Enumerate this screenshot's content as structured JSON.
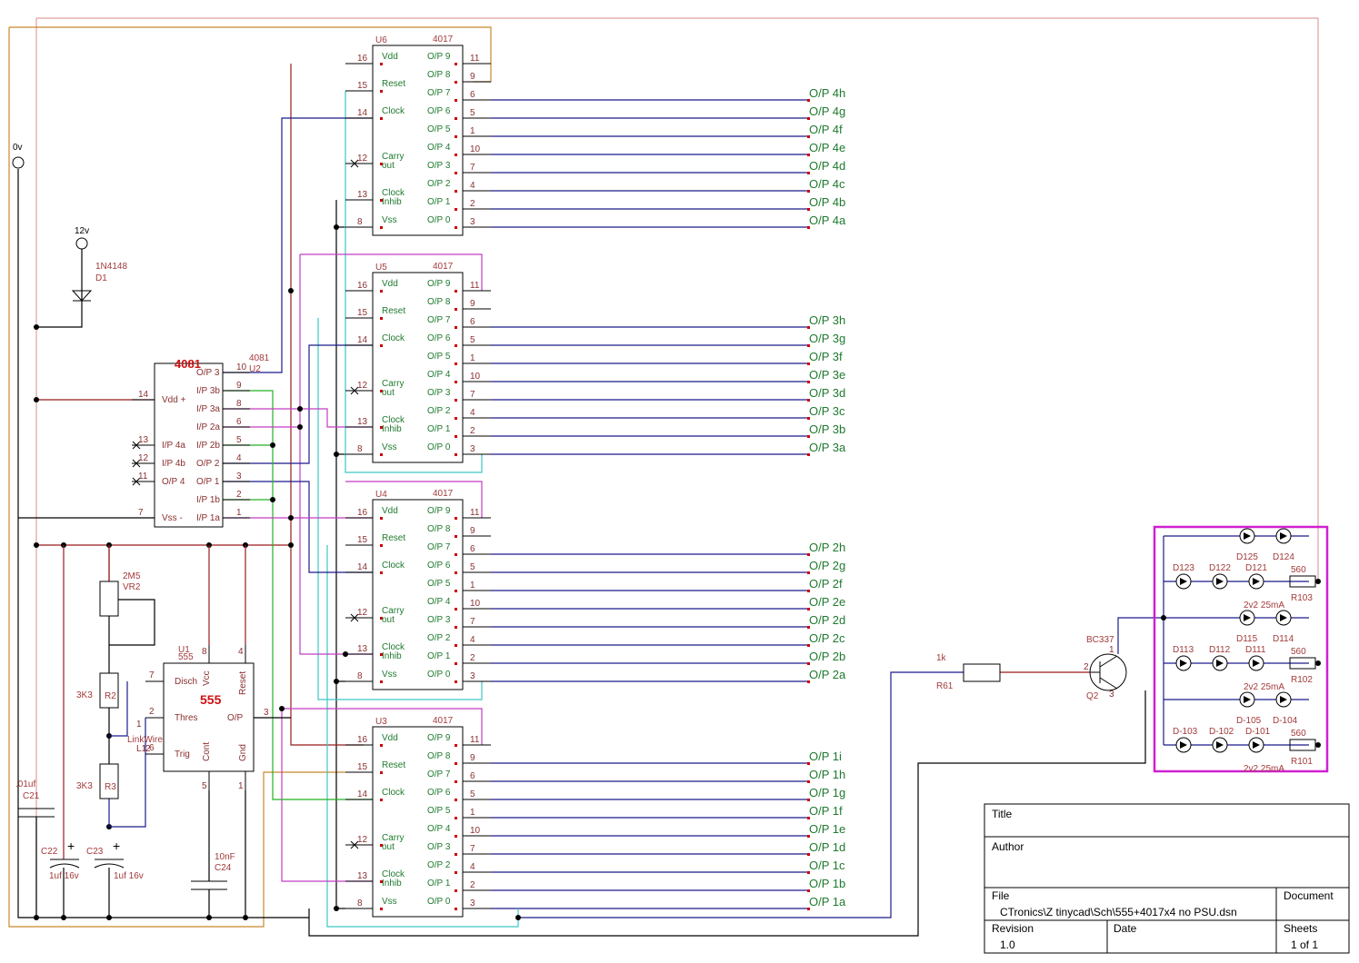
{
  "colors": {
    "blue": "#1b1b8c",
    "red": "#9a1b1b",
    "green": "#23b023",
    "cyan": "#3ec6c6",
    "magenta": "#c43cc4",
    "orange": "#c8882c",
    "pink": "#e0a0a0",
    "box": "#d020d0"
  },
  "counter_pins": {
    "left": [
      {
        "num": "16",
        "name": "Vdd"
      },
      {
        "num": "15",
        "name": "Reset"
      },
      {
        "num": "14",
        "name": "Clock"
      },
      {
        "num": "12",
        "name": "Carry",
        "name2": "out"
      },
      {
        "num": "13",
        "name": "Clock",
        "name2": "Inhib"
      },
      {
        "num": "8",
        "name": "Vss"
      }
    ],
    "right": [
      {
        "num": "11",
        "name": "O/P 9"
      },
      {
        "num": "9",
        "name": "O/P 8"
      },
      {
        "num": "6",
        "name": "O/P 7"
      },
      {
        "num": "5",
        "name": "O/P 6"
      },
      {
        "num": "1",
        "name": "O/P 5"
      },
      {
        "num": "10",
        "name": "O/P 4"
      },
      {
        "num": "7",
        "name": "O/P 3"
      },
      {
        "num": "4",
        "name": "O/P 2"
      },
      {
        "num": "2",
        "name": "O/P 1"
      },
      {
        "num": "3",
        "name": "O/P 0"
      }
    ]
  },
  "counters": [
    {
      "ref": "U6",
      "part": "4017",
      "outputs": [
        "O/P 4h",
        "O/P 4g",
        "O/P 4f",
        "O/P 4e",
        "O/P 4d",
        "O/P 4c",
        "O/P 4b",
        "O/P 4a"
      ]
    },
    {
      "ref": "U5",
      "part": "4017",
      "outputs": [
        "O/P 3h",
        "O/P 3g",
        "O/P 3f",
        "O/P 3e",
        "O/P 3d",
        "O/P 3c",
        "O/P 3b",
        "O/P 3a"
      ]
    },
    {
      "ref": "U4",
      "part": "4017",
      "outputs": [
        "O/P 2h",
        "O/P 2g",
        "O/P 2f",
        "O/P 2e",
        "O/P 2d",
        "O/P 2c",
        "O/P 2b",
        "O/P 2a"
      ]
    },
    {
      "ref": "U3",
      "part": "4017",
      "outputs": [
        "O/P 1i",
        "O/P 1h",
        "O/P 1g",
        "O/P 1f",
        "O/P 1e",
        "O/P 1d",
        "O/P 1c",
        "O/P 1b",
        "O/P 1a"
      ]
    }
  ],
  "and_gate": {
    "title": "4081",
    "ref": "U2",
    "part": "4081",
    "right_pins": [
      {
        "num": "10",
        "name": "O/P 3"
      },
      {
        "num": "9",
        "name": "I/P 3b"
      },
      {
        "num": "8",
        "name": "I/P 3a"
      },
      {
        "num": "6",
        "name": "I/P 2a"
      },
      {
        "num": "5",
        "name": "I/P 2b"
      },
      {
        "num": "4",
        "name": "O/P 2"
      },
      {
        "num": "3",
        "name": "O/P 1"
      },
      {
        "num": "2",
        "name": "I/P 1b"
      },
      {
        "num": "1",
        "name": "I/P 1a"
      }
    ],
    "left_pins": [
      {
        "num": "14",
        "name": "Vdd +"
      },
      {
        "num": "13",
        "name": "I/P 4a"
      },
      {
        "num": "12",
        "name": "I/P 4b"
      },
      {
        "num": "11",
        "name": "O/P 4"
      },
      {
        "num": "7",
        "name": "Vss -"
      }
    ]
  },
  "timer": {
    "title": "555",
    "ref": "U1",
    "part": "555",
    "pins": [
      {
        "num": "7",
        "name": "Disch"
      },
      {
        "num": "2",
        "name": "Thres"
      },
      {
        "num": "6",
        "name": "Trig"
      },
      {
        "num": "8",
        "name": "Vcc"
      },
      {
        "num": "4",
        "name": "Reset"
      },
      {
        "num": "3",
        "name": "O/P"
      },
      {
        "num": "5",
        "name": "Cont"
      },
      {
        "num": "1",
        "name": "Gnd"
      }
    ],
    "link": "LinkWire",
    "link_ref": "L1",
    "link_p1": "1",
    "link_p2": "2"
  },
  "power": {
    "zero": "0v",
    "twelve": "12v"
  },
  "components": {
    "D1_part": "1N4148",
    "D1_ref": "D1",
    "VR2_val": "2M5",
    "VR2_ref": "VR2",
    "R2_val": "3K3",
    "R2_ref": "R2",
    "R3_val": "3K3",
    "R3_ref": "R3",
    "C21_val": ".01uf",
    "C21_ref": "C21",
    "C22_ref": "C22",
    "C22_val": "1uf 16v",
    "C23_ref": "C23",
    "C23_val": "1uf 16v",
    "C24_val": "10nF",
    "C24_ref": "C24",
    "R61_val": "1k",
    "R61_ref": "R61",
    "Q2_part": "BC337",
    "Q2_ref": "Q2",
    "Q2_p1": "1",
    "Q2_p2": "2",
    "Q2_p3": "3"
  },
  "led_panel": {
    "rows": [
      {
        "labels": [
          "D125",
          "D124"
        ]
      },
      {
        "labels": [
          "D123",
          "D122",
          "D121"
        ],
        "res_val": "560",
        "res_ref": "R103",
        "note": "2v2 25mA"
      },
      {
        "labels": [
          "D115",
          "D114"
        ]
      },
      {
        "labels": [
          "D113",
          "D112",
          "D111"
        ],
        "res_val": "560",
        "res_ref": "R102",
        "note": "2v2 25mA"
      },
      {
        "labels": [
          "D-105",
          "D-104"
        ]
      },
      {
        "labels": [
          "D-103",
          "D-102",
          "D-101"
        ],
        "res_val": "560",
        "res_ref": "R101",
        "note": "2v2 25mA"
      }
    ]
  },
  "title_block": {
    "title_label": "Title",
    "author_label": "Author",
    "file_label": "File",
    "file_value": "CTronics\\Z tinycad\\Sch\\555+4017x4 no PSU.dsn",
    "document_label": "Document",
    "revision_label": "Revision",
    "revision_value": "1.0",
    "date_label": "Date",
    "sheets_label": "Sheets",
    "sheets_value": "1 of 1"
  }
}
